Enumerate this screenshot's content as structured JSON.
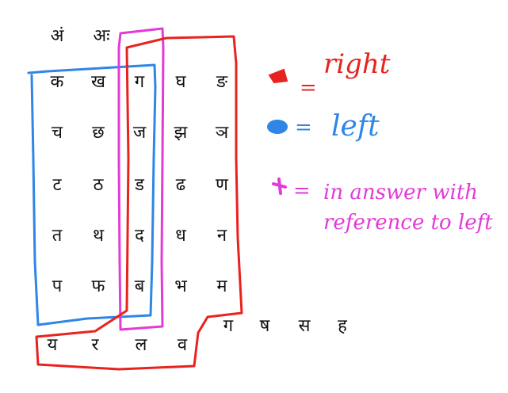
{
  "top_row": [
    "अं",
    "अः"
  ],
  "grid": [
    [
      "क",
      "ख",
      "ग",
      "घ",
      "ङ"
    ],
    [
      "च",
      "छ",
      "ज",
      "झ",
      "ञ"
    ],
    [
      "ट",
      "ठ",
      "ड",
      "ढ",
      "ण"
    ],
    [
      "त",
      "थ",
      "द",
      "ध",
      "न"
    ],
    [
      "प",
      "फ",
      "ब",
      "भ",
      "म"
    ]
  ],
  "bottom_row": [
    "य",
    "र",
    "ल",
    "व",
    "ग",
    "ष",
    "स",
    "ह"
  ],
  "legend": [
    {
      "symbol": "=",
      "text": "right",
      "color": "#e8231f"
    },
    {
      "symbol": "=",
      "text": "left",
      "color": "#2f86e6"
    },
    {
      "symbol": "=",
      "text": "in answer with reference to left",
      "color": "#e23bd6"
    }
  ],
  "colors": {
    "red": "#e8231f",
    "blue": "#2f86e6",
    "magenta": "#e23bd6",
    "ink": "#111111"
  }
}
